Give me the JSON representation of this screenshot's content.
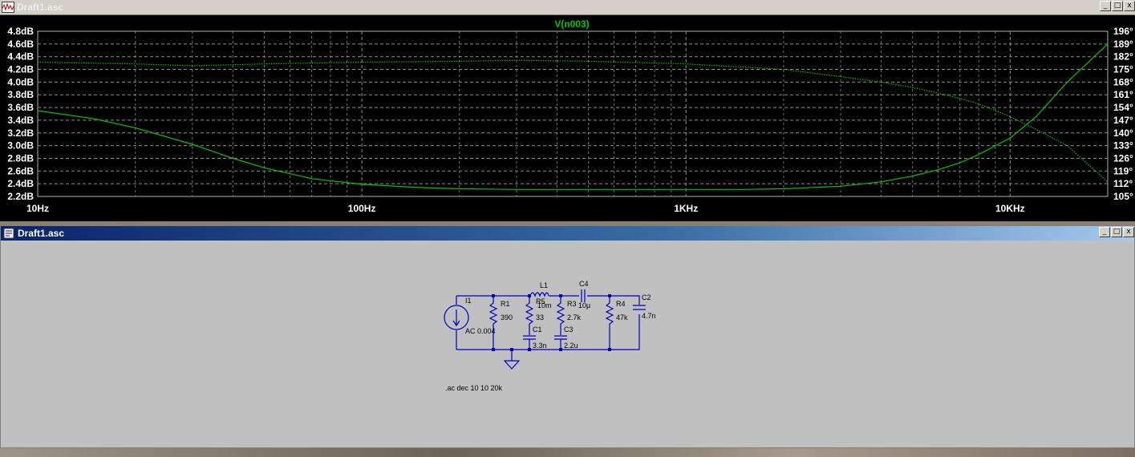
{
  "plot_window": {
    "title": "Draft1.asc",
    "trace_label": "V(n003)",
    "buttons": {
      "minimize": "_",
      "restore": "□",
      "close": "x"
    }
  },
  "schematic_window": {
    "title": "Draft1.asc",
    "buttons": {
      "minimize": "_",
      "restore": "□",
      "close": "x"
    },
    "components": {
      "source": {
        "name": "I1",
        "value": "AC 0.004"
      },
      "r1": {
        "name": "R1",
        "value": "390"
      },
      "l1": {
        "name": "L1",
        "value": "10m"
      },
      "r5": {
        "name": "R5",
        "value": "33"
      },
      "c1": {
        "name": "C1",
        "value": "3.3n"
      },
      "r3": {
        "name": "R3",
        "value": "2.7k"
      },
      "c3": {
        "name": "C3",
        "value": "2.2u"
      },
      "c4": {
        "name": "C4",
        "value": "10µ"
      },
      "r4": {
        "name": "R4",
        "value": "47k"
      },
      "c2": {
        "name": "C2",
        "value": "4.7n"
      }
    },
    "directive": ".ac dec 10 10 20k"
  },
  "colors": {
    "trace": "#00c800",
    "grid": "#8c8c8c",
    "plot_bg": "#000000",
    "schematic_wire": "#0000c0"
  },
  "chart_data": {
    "type": "line",
    "title": "V(n003)",
    "x_scale": "log",
    "xlim": [
      10,
      20000
    ],
    "x_ticks": [
      "10Hz",
      "100Hz",
      "1KHz",
      "10KHz"
    ],
    "y_left_ticks": [
      "4.8dB",
      "4.6dB",
      "4.4dB",
      "4.2dB",
      "4.0dB",
      "3.8dB",
      "3.6dB",
      "3.4dB",
      "3.2dB",
      "3.0dB",
      "2.8dB",
      "2.6dB",
      "2.4dB",
      "2.2dB"
    ],
    "y_right_ticks": [
      "196°",
      "189°",
      "182°",
      "175°",
      "168°",
      "161°",
      "154°",
      "147°",
      "140°",
      "133°",
      "126°",
      "119°",
      "112°",
      "105°"
    ],
    "ylim_left": [
      2.2,
      4.8
    ],
    "ylim_right": [
      105,
      196
    ],
    "grid": true,
    "series": [
      {
        "name": "V(n003)",
        "style": "solid",
        "axis": "left",
        "x": [
          10,
          15,
          20,
          30,
          40,
          50,
          70,
          100,
          150,
          200,
          300,
          500,
          700,
          1000,
          1500,
          2000,
          3000,
          4000,
          5000,
          6000,
          7000,
          8000,
          10000,
          12000,
          15000,
          20000
        ],
        "values": [
          3.55,
          3.42,
          3.28,
          3.02,
          2.8,
          2.65,
          2.48,
          2.39,
          2.34,
          2.32,
          2.31,
          2.31,
          2.31,
          2.31,
          2.31,
          2.32,
          2.36,
          2.43,
          2.52,
          2.62,
          2.73,
          2.86,
          3.12,
          3.45,
          4.0,
          4.6
        ]
      },
      {
        "name": "V(n003) phase",
        "style": "dotted",
        "axis": "right",
        "x": [
          10,
          20,
          30,
          50,
          100,
          200,
          300,
          500,
          1000,
          2000,
          3000,
          4000,
          5000,
          6000,
          7000,
          8000,
          10000,
          12000,
          15000,
          20000
        ],
        "values": [
          179,
          178,
          177,
          178,
          179,
          179.5,
          180,
          179.5,
          178,
          175,
          171,
          168,
          165,
          162,
          159,
          156,
          149,
          142,
          133,
          113
        ]
      }
    ]
  }
}
